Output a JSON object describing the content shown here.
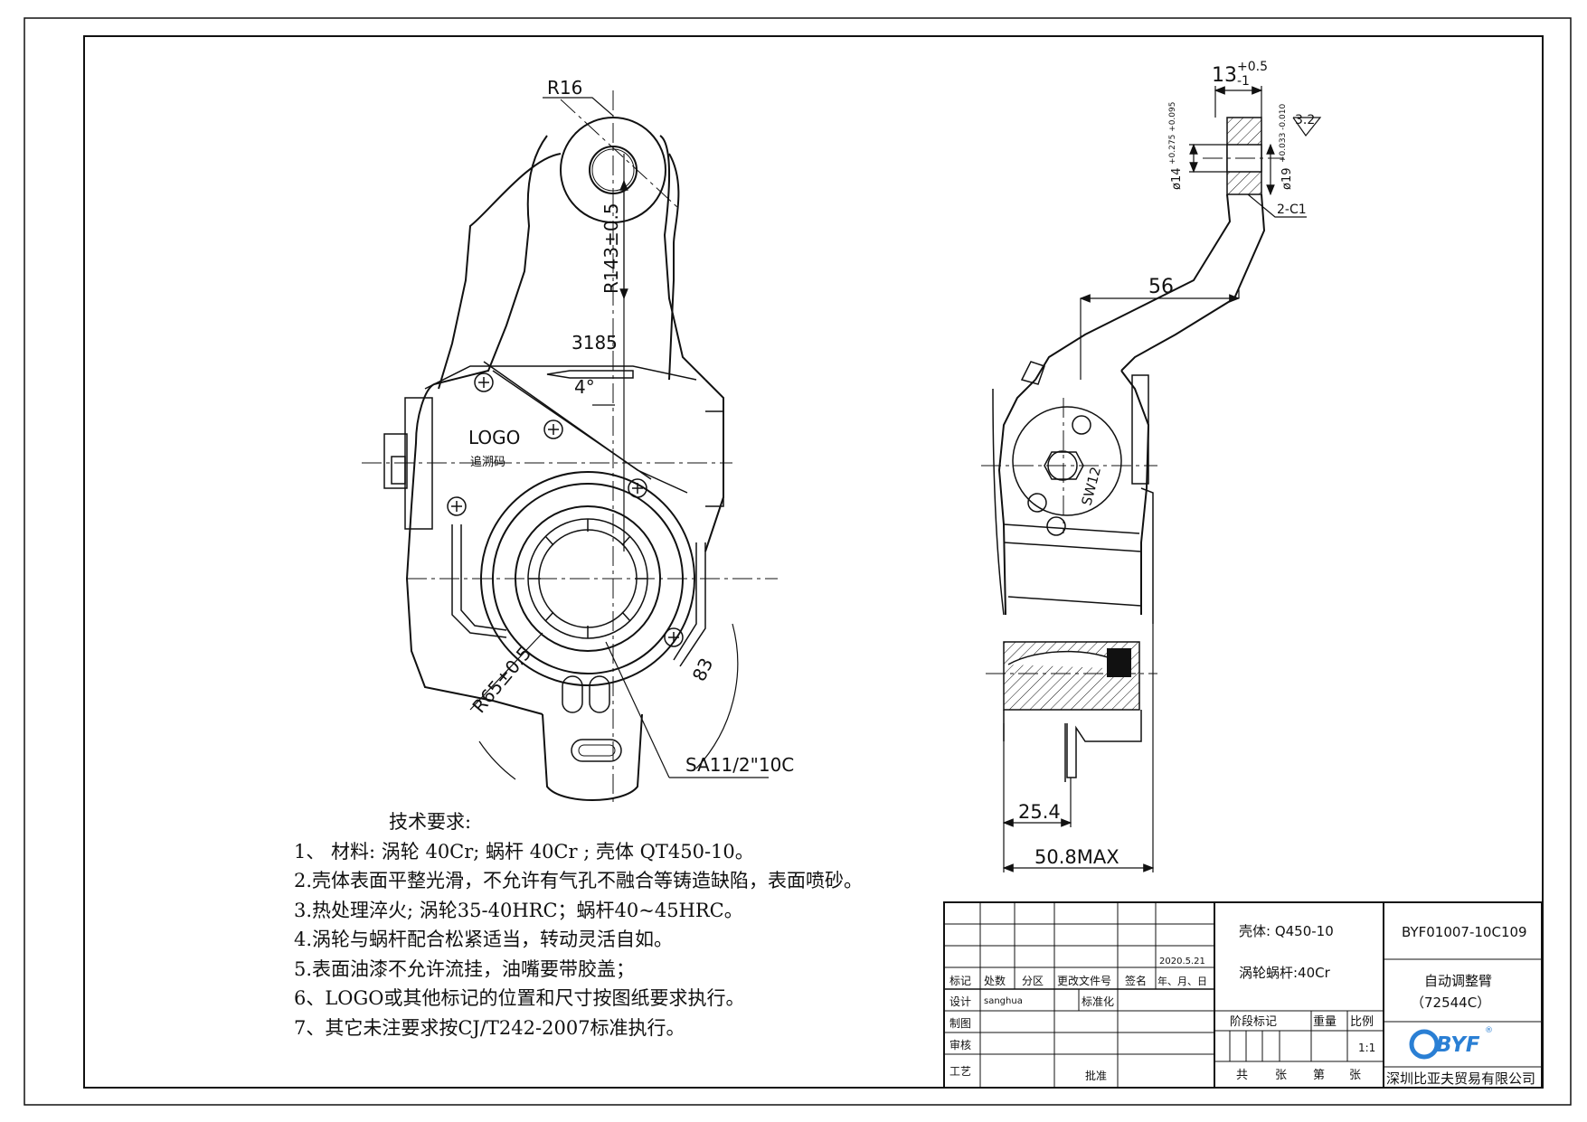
{
  "dimensions": {
    "r16": "R16",
    "r143": "R143±0.5",
    "r65": "R65±0.5",
    "angle_3185": "3185",
    "angle_4": "4°",
    "dim_83": "83",
    "spline": "SA11/2\"10C",
    "dim_13_base": "13",
    "dim_13_tol_up": "+0.5",
    "dim_13_tol_dn": "-1",
    "roughness": "3.2",
    "bore_14": "ø14",
    "bore_14_tol": "+0.275 +0.095",
    "bore_19": "ø19",
    "bore_19_tol": "+0.033 -0.010",
    "chamfer": "2-C1",
    "dim_56": "56",
    "sw12": "SW12",
    "dim_25_4": "25.4",
    "dim_50_8": "50.8MAX"
  },
  "labels": {
    "logo": "LOGO",
    "trace_code": "追溯码"
  },
  "notes": {
    "title": "技术要求:",
    "items": [
      "1、 材料: 涡轮 40Cr; 蜗杆 40Cr ;  壳体 QT450-10。",
      "2.壳体表面平整光滑，不允许有气孔不融合等铸造缺陷，表面喷砂。",
      "3.热处理淬火;  涡轮35-40HRC；蜗杆40~45HRC。",
      "4.涡轮与蜗杆配合松紧适当，转动灵活自如。",
      "5.表面油漆不允许流挂，油嘴要带胶盖；",
      "6、LOGO或其他标记的位置和尺寸按图纸要求执行。",
      "7、其它未注要求按CJ/T242-2007标准执行。"
    ]
  },
  "title_block": {
    "date": "2020.5.21",
    "rev_headers": [
      "标记",
      "处数",
      "分区",
      "更改文件号",
      "签名",
      "年、月、日"
    ],
    "design_label": "设计",
    "designer": "sanghua",
    "standardize_label": "标准化",
    "draw_label": "制图",
    "review_label": "审核",
    "process_label": "工艺",
    "approve_label": "批准",
    "material_shell": "壳体: Q450-10",
    "material_worm": "涡轮蜗杆:40Cr",
    "stage_label": "阶段标记",
    "weight_label": "重量",
    "scale_label": "比例",
    "scale_value": "1:1",
    "total_label": "共",
    "sheet_unit_label": "张",
    "page_label": "第",
    "page_unit_label": "张",
    "drawing_number": "BYF01007-10C109",
    "part_name": "自动调整臂",
    "part_code": "（72544C）",
    "logo_text": "BYF",
    "company": "深圳比亚夫贸易有限公司"
  }
}
